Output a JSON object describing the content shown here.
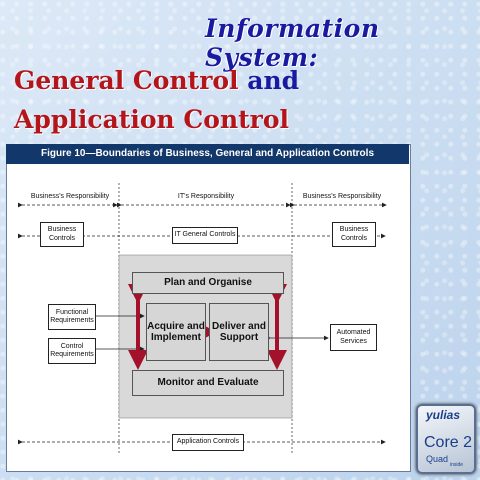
{
  "slide": {
    "title_line1": "Information System:",
    "title_general": "General Control",
    "title_and": "and",
    "title_application": "Application Control"
  },
  "figure": {
    "caption": "Figure 10—Boundaries of Business, General and Application Controls",
    "responsibility_left": "Business's Responsibility",
    "responsibility_middle": "IT's Responsibility",
    "responsibility_right": "Business's Responsibility",
    "business_controls_left": "Business Controls",
    "it_general_controls": "IT General Controls",
    "business_controls_right": "Business Controls",
    "plan_organise": "Plan and Organise",
    "acquire_implement": "Acquire and Implement",
    "deliver_support": "Deliver and Support",
    "monitor_evaluate": "Monitor and Evaluate",
    "functional_requirements": "Functional Requirements",
    "control_requirements": "Control Requirements",
    "automated_services": "Automated Services",
    "application_controls": "Application Controls"
  },
  "logo": {
    "brand": "yulias",
    "product": "Core 2",
    "variant": "Quad",
    "tag": "inside"
  },
  "colors": {
    "title_blue": "#1a1aa0",
    "title_red": "#b3151b",
    "header_navy": "#12376a",
    "arrow_red": "#a3122a"
  }
}
